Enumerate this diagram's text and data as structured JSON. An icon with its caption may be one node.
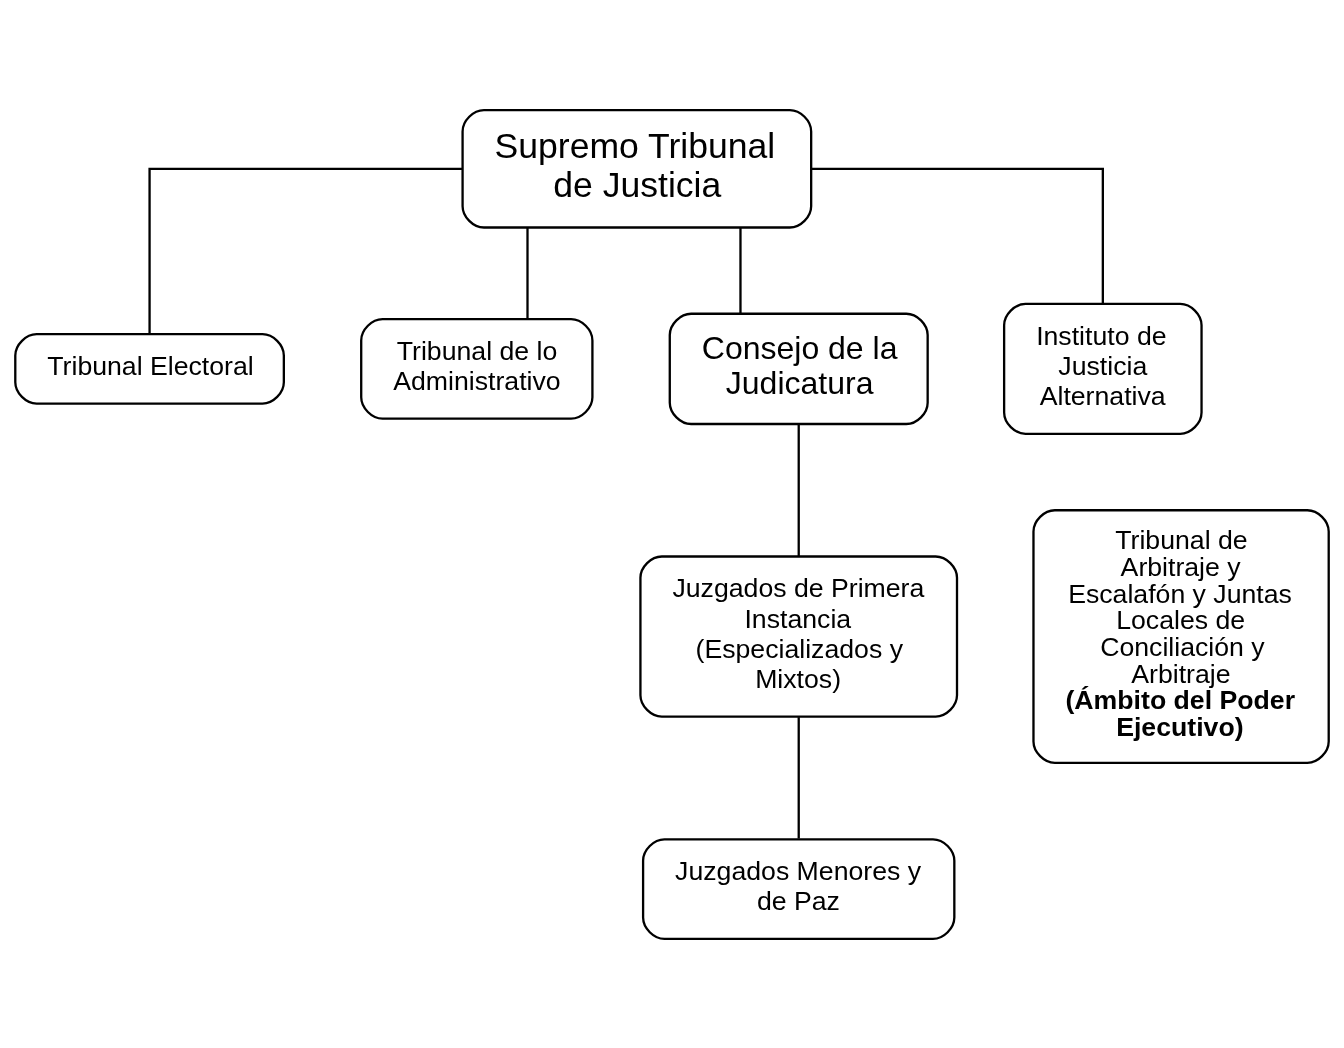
{
  "diagram": {
    "nodes": [
      {
        "text": [
          "Supremo Tribunal de Justicia"
        ]
      },
      {
        "text": [
          "Tribunal Electoral"
        ]
      },
      {
        "text": [
          "Tribunal de lo Administrativo"
        ]
      },
      {
        "text": [
          "Consejo de la Judicatura"
        ]
      },
      {
        "text": [
          "Instituto de Justicia Alternativa"
        ]
      },
      {
        "text": [
          "Juzgados de Primera Instancia (Especializados y Mixtos)"
        ]
      },
      {
        "text": [
          "Tribunal de Arbitraje y Escalafón y Juntas Locales de Conciliación y Arbitraje",
          "(Ámbito del Poder Ejecutivo)"
        ]
      },
      {
        "text": [
          "Juzgados Menores y de Paz"
        ]
      }
    ],
    "edges": [
      {
        "from": 0,
        "to": 1,
        "arrow": "none"
      },
      {
        "from": 0,
        "to": 2,
        "arrow": "none"
      },
      {
        "from": 0,
        "to": 3,
        "arrow": "none"
      },
      {
        "from": 0,
        "to": 4,
        "arrow": "none"
      },
      {
        "from": 3,
        "to": 5,
        "arrow": "none"
      },
      {
        "from": 5,
        "to": 7,
        "arrow": "none"
      }
    ]
  }
}
